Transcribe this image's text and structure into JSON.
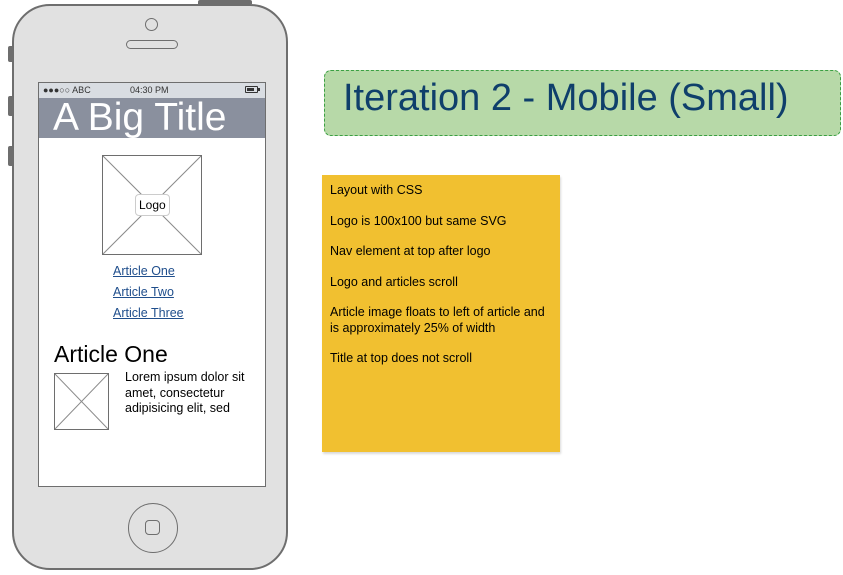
{
  "phone": {
    "status": {
      "carrier": "●●●○○ ABC",
      "time": "04:30 PM"
    },
    "title": "A Big Title",
    "logo_label": "Logo",
    "nav": [
      "Article One",
      "Article Two",
      "Article Three"
    ],
    "article": {
      "title": "Article One",
      "body": "Lorem ipsum dolor sit amet, consectetur adipisicing elit, sed"
    }
  },
  "heading": "Iteration 2 - Mobile (Small)",
  "notes": [
    "Layout with CSS",
    "Logo is 100x100 but same SVG",
    "Nav element at top after logo",
    "Logo and articles scroll",
    "Article image floats to left of article and is approximately 25% of width",
    "Title at top does not scroll"
  ],
  "colors": {
    "title_bar": "#8a909e",
    "heading_bg": "#b7d9a8",
    "heading_text": "#0f3f6b",
    "sticky_note": "#f1c030",
    "link": "#1f4e8c"
  }
}
